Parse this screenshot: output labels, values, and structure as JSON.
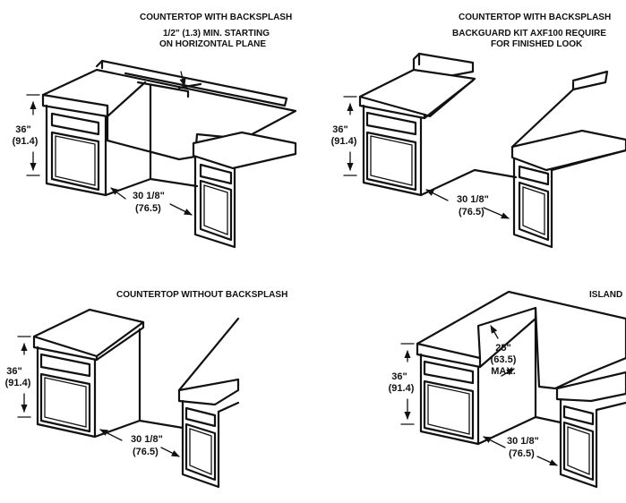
{
  "panels": {
    "top_left": {
      "caption": "COUNTERTOP WITH BACKSPLASH",
      "note_line1": "1/2\" (1.3) MIN. STARTING",
      "note_line2": "ON HORIZONTAL PLANE",
      "height_in": "36\"",
      "height_cm": "(91.4)",
      "depth_in": "30 1/8\"",
      "depth_cm": "(76.5)"
    },
    "top_right": {
      "caption": "COUNTERTOP WITH BACKSPLASH",
      "note_line1": "BACKGUARD KIT AXF100 REQUIRE",
      "note_line2": "FOR FINISHED LOOK",
      "height_in": "36\"",
      "height_cm": "(91.4)",
      "depth_in": "30 1/8\"",
      "depth_cm": "(76.5)"
    },
    "bottom_left": {
      "caption": "COUNTERTOP WITHOUT BACKSPLASH",
      "height_in": "36\"",
      "height_cm": "(91.4)",
      "depth_in": "30 1/8\"",
      "depth_cm": "(76.5)"
    },
    "bottom_right": {
      "caption": "ISLAND",
      "overhang_in": "25\"",
      "overhang_cm": "(63.5)",
      "overhang_max": "MAX.",
      "height_in": "36\"",
      "height_cm": "(91.4)",
      "depth_in": "30 1/8\"",
      "depth_cm": "(76.5)"
    }
  }
}
